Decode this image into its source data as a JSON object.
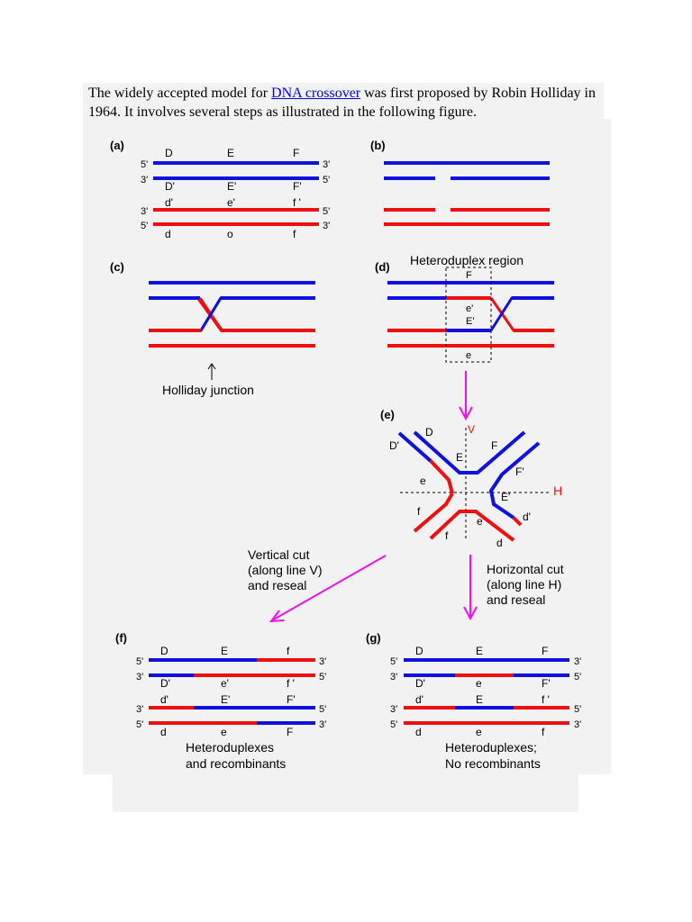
{
  "intro": {
    "before": "The widely accepted model for ",
    "link": "DNA crossover",
    "after": " was first proposed by Robin Holliday in 1964. It involves several steps as illustrated in the following figure."
  },
  "colors": {
    "strand_a": "#1010e0",
    "strand_b": "#ee1010",
    "arrow": "#ee10ee"
  },
  "panels": {
    "a": {
      "tag": "(a)",
      "top": [
        "D",
        "E",
        "F"
      ],
      "top2": [
        "D'",
        "E'",
        "F'"
      ],
      "bot1": [
        "d'",
        "e'",
        "f '"
      ],
      "bot2": [
        "d",
        "o",
        "f"
      ],
      "ends": [
        "5'",
        "3'",
        "3'",
        "5'",
        "3'",
        "5'",
        "5'",
        "3'"
      ]
    },
    "b": {
      "tag": "(b)"
    },
    "c": {
      "tag": "(c)",
      "junction": "Holliday junction"
    },
    "d": {
      "tag": "(d)",
      "title": "Heteroduplex region",
      "labels": [
        "F",
        "e'",
        "E'",
        "e"
      ]
    },
    "e": {
      "tag": "(e)",
      "v": "V",
      "h": "H",
      "labels": [
        "D",
        "D'",
        "E",
        "F",
        "F'",
        "e",
        "E'",
        "f",
        "e",
        "d'",
        "f",
        "d"
      ]
    },
    "f": {
      "tag": "(f)",
      "top": [
        "D",
        "E",
        "f"
      ],
      "top2": [
        "D'",
        "e'",
        "f '"
      ],
      "bot1": [
        "d'",
        "E'",
        "F'"
      ],
      "bot2": [
        "d",
        "e",
        "F"
      ],
      "ends": [
        "5'",
        "3'",
        "3'",
        "5'",
        "3'",
        "5'",
        "5'",
        "3'"
      ],
      "caption1": "Heteroduplexes",
      "caption2": "and recombinants"
    },
    "g": {
      "tag": "(g)",
      "top": [
        "D",
        "E",
        "F"
      ],
      "top2": [
        "D'",
        "e",
        "F'"
      ],
      "bot1": [
        "d'",
        "E",
        "f '"
      ],
      "bot2": [
        "d",
        "e",
        "f"
      ],
      "ends": [
        "5'",
        "3'",
        "3'",
        "5'",
        "3'",
        "5'",
        "5'",
        "3'"
      ],
      "caption1": "Heteroduplexes;",
      "caption2": "No recombinants"
    }
  },
  "cuts": {
    "vertical": [
      "Vertical cut",
      "(along line V)",
      "and reseal"
    ],
    "horizontal": [
      "Horizontal cut",
      "(along line H)",
      "and reseal"
    ]
  }
}
